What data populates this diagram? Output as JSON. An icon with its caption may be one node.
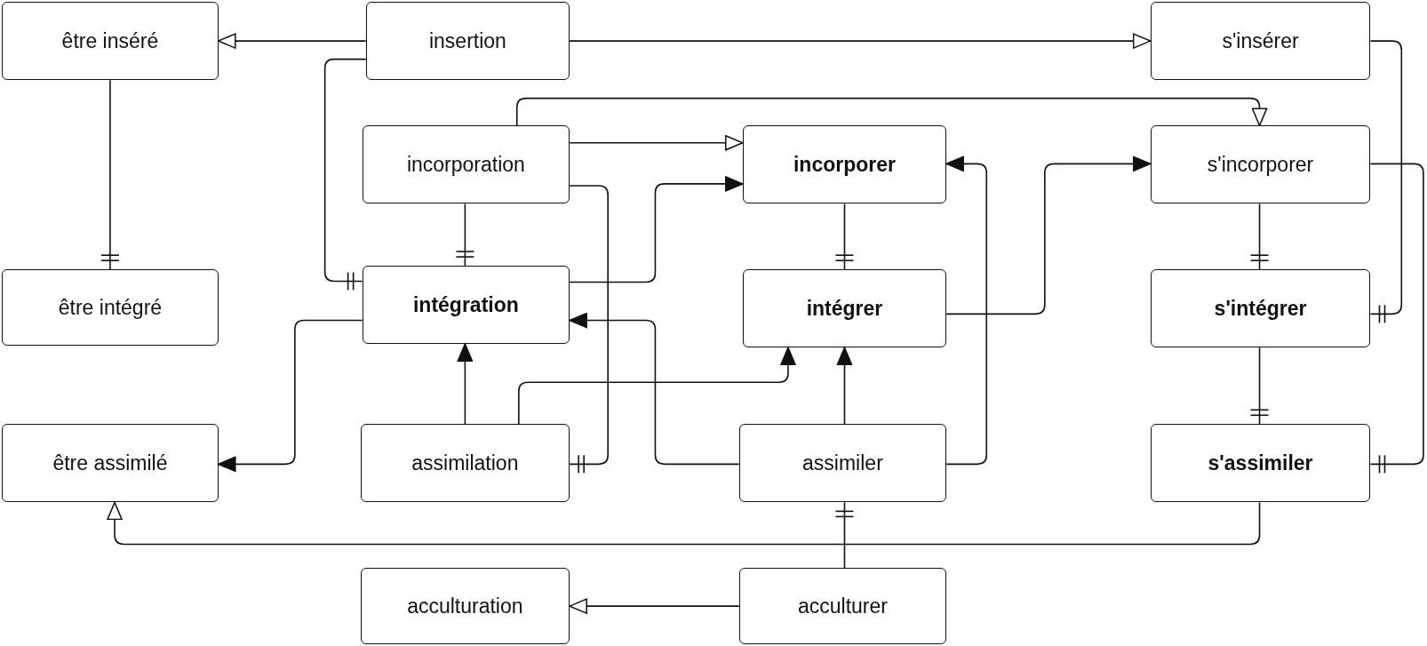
{
  "diagram": {
    "nodes": [
      {
        "text": [
          "être inséré"
        ]
      },
      {
        "text": [
          "insertion"
        ]
      },
      {
        "text": [
          "s'insérer"
        ]
      },
      {
        "text": [
          "incorporation"
        ]
      },
      {
        "text": [
          "incorporer"
        ]
      },
      {
        "text": [
          "s'incorporer"
        ]
      },
      {
        "text": [
          "être intégré"
        ]
      },
      {
        "text": [
          "intégration"
        ]
      },
      {
        "text": [
          "intégrer"
        ]
      },
      {
        "text": [
          "s'intégrer"
        ]
      },
      {
        "text": [
          "être assimilé"
        ]
      },
      {
        "text": [
          "assimilation"
        ]
      },
      {
        "text": [
          "assimiler"
        ]
      },
      {
        "text": [
          "s'assimiler"
        ]
      },
      {
        "text": [
          "acculturation"
        ]
      },
      {
        "text": [
          "acculturer"
        ]
      }
    ],
    "edges": [
      {
        "from": 1,
        "to": 0,
        "arrow": "to"
      },
      {
        "from": 1,
        "to": 2,
        "arrow": "to"
      },
      {
        "from": 1,
        "to": 7,
        "arrow": "other"
      },
      {
        "from": 0,
        "to": 6,
        "arrow": "other"
      },
      {
        "from": 3,
        "to": 5,
        "arrow": "to"
      },
      {
        "from": 3,
        "to": 4,
        "arrow": "to"
      },
      {
        "from": 3,
        "to": 11,
        "arrow": "other"
      },
      {
        "from": 3,
        "to": 7,
        "arrow": "other"
      },
      {
        "from": 7,
        "to": 4,
        "arrow": "to"
      },
      {
        "from": 7,
        "to": 10,
        "arrow": "to"
      },
      {
        "from": 4,
        "to": 8,
        "arrow": "other"
      },
      {
        "from": 8,
        "to": 5,
        "arrow": "to"
      },
      {
        "from": 5,
        "to": 9,
        "arrow": "other"
      },
      {
        "from": 2,
        "to": 9,
        "arrow": "other"
      },
      {
        "from": 5,
        "to": 13,
        "arrow": "other"
      },
      {
        "from": 9,
        "to": 13,
        "arrow": "other"
      },
      {
        "from": 11,
        "to": 7,
        "arrow": "to"
      },
      {
        "from": 11,
        "to": 8,
        "arrow": "to"
      },
      {
        "from": 12,
        "to": 8,
        "arrow": "to"
      },
      {
        "from": 12,
        "to": 7,
        "arrow": "to"
      },
      {
        "from": 12,
        "to": 4,
        "arrow": "to"
      },
      {
        "from": 15,
        "to": 12,
        "arrow": "other"
      },
      {
        "from": 13,
        "to": 10,
        "arrow": "to"
      },
      {
        "from": 15,
        "to": 14,
        "arrow": "to"
      }
    ]
  }
}
